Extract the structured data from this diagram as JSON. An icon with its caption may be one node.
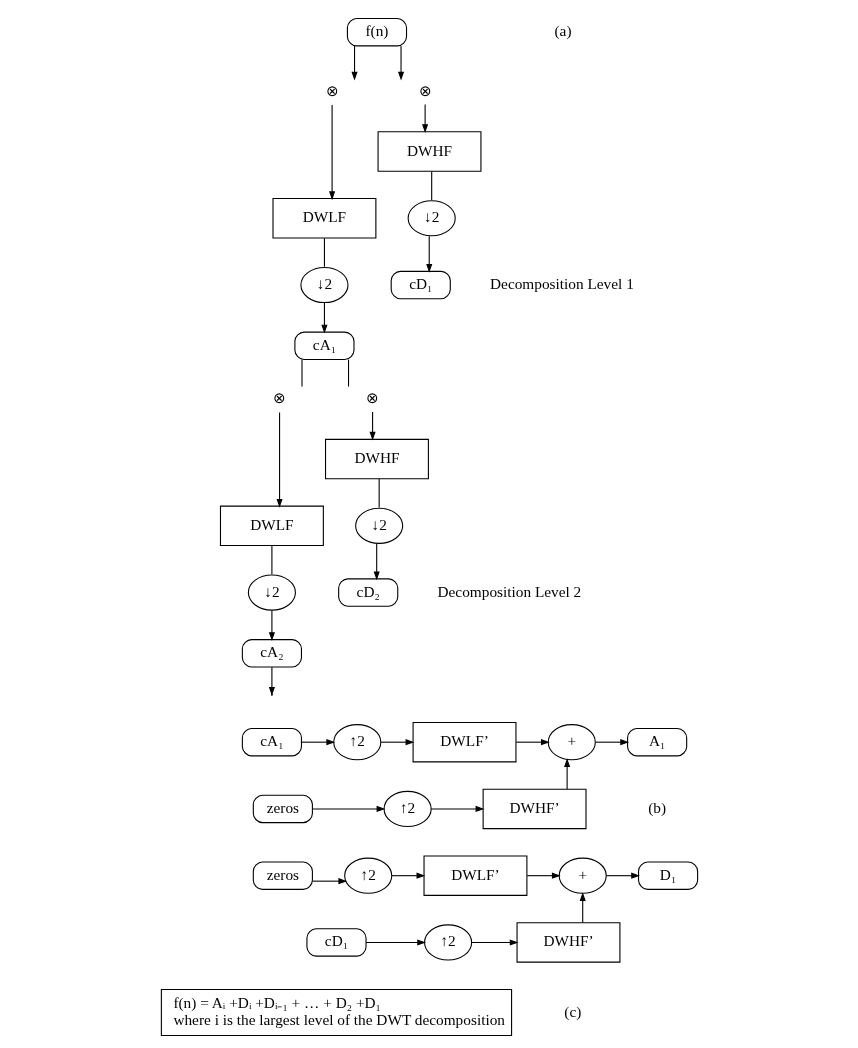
{
  "diagram": {
    "nodes": [
      {
        "text": [
          "f(n)"
        ]
      },
      {
        "text": [
          "⊗"
        ]
      },
      {
        "text": [
          "⊗"
        ]
      },
      {
        "text": [
          "DWLF"
        ]
      },
      {
        "text": [
          "DWHF"
        ]
      },
      {
        "text": [
          "↓2"
        ]
      },
      {
        "text": [
          "↓2"
        ]
      },
      {
        "text": [
          "cA₁"
        ]
      },
      {
        "text": [
          "cD₁"
        ]
      },
      {
        "text": [
          "⊗"
        ]
      },
      {
        "text": [
          "⊗"
        ]
      },
      {
        "text": [
          "DWLF"
        ]
      },
      {
        "text": [
          "DWHF"
        ]
      },
      {
        "text": [
          "↓2"
        ]
      },
      {
        "text": [
          "↓2"
        ]
      },
      {
        "text": [
          "cA₂"
        ]
      },
      {
        "text": [
          "cD₂"
        ]
      },
      {
        "text": [
          "cA₁"
        ]
      },
      {
        "text": [
          "↑2"
        ]
      },
      {
        "text": [
          "DWLF’"
        ]
      },
      {
        "text": [
          "zeros"
        ]
      },
      {
        "text": [
          "↑2"
        ]
      },
      {
        "text": [
          "DWHF’"
        ]
      },
      {
        "text": [
          "+"
        ]
      },
      {
        "text": [
          "A₁"
        ]
      },
      {
        "text": [
          "zeros"
        ]
      },
      {
        "text": [
          "↑2"
        ]
      },
      {
        "text": [
          "DWLF’"
        ]
      },
      {
        "text": [
          "cD₁"
        ]
      },
      {
        "text": [
          "↑2"
        ]
      },
      {
        "text": [
          "DWHF’"
        ]
      },
      {
        "text": [
          "+"
        ]
      },
      {
        "text": [
          "D₁"
        ]
      },
      {
        "text": [
          "f(n) = Aᵢ +Dᵢ +Dᵢ₋₁ + … + D₂ +D₁",
          "where i is the largest level of the DWT decomposition"
        ]
      }
    ],
    "edges": [
      {
        "from": 0,
        "to": 1,
        "arrow": "to"
      },
      {
        "from": 0,
        "to": 2,
        "arrow": "to"
      },
      {
        "from": 1,
        "to": 3,
        "arrow": "to"
      },
      {
        "from": 2,
        "to": 4,
        "arrow": "to"
      },
      {
        "from": 3,
        "to": 5,
        "arrow": "none"
      },
      {
        "from": 4,
        "to": 6,
        "arrow": "none"
      },
      {
        "from": 5,
        "to": 7,
        "arrow": "to"
      },
      {
        "from": 6,
        "to": 8,
        "arrow": "to"
      },
      {
        "from": 7,
        "to": 9,
        "arrow": "none"
      },
      {
        "from": 7,
        "to": 10,
        "arrow": "none"
      },
      {
        "from": 9,
        "to": 11,
        "arrow": "to"
      },
      {
        "from": 10,
        "to": 12,
        "arrow": "to"
      },
      {
        "from": 11,
        "to": 13,
        "arrow": "none"
      },
      {
        "from": 12,
        "to": 14,
        "arrow": "none"
      },
      {
        "from": 13,
        "to": 15,
        "arrow": "to"
      },
      {
        "from": 14,
        "to": 16,
        "arrow": "to"
      },
      {
        "from": 15,
        "to": null,
        "arrow": "to"
      },
      {
        "from": 17,
        "to": 18,
        "arrow": "to"
      },
      {
        "from": 18,
        "to": 19,
        "arrow": "to"
      },
      {
        "from": 20,
        "to": 21,
        "arrow": "to"
      },
      {
        "from": 21,
        "to": 22,
        "arrow": "to"
      },
      {
        "from": 19,
        "to": 23,
        "arrow": "to"
      },
      {
        "from": 22,
        "to": 23,
        "arrow": "to"
      },
      {
        "from": 23,
        "to": 24,
        "arrow": "to"
      },
      {
        "from": 25,
        "to": 26,
        "arrow": "to"
      },
      {
        "from": 26,
        "to": 27,
        "arrow": "to"
      },
      {
        "from": 28,
        "to": 29,
        "arrow": "to"
      },
      {
        "from": 29,
        "to": 30,
        "arrow": "to"
      },
      {
        "from": 27,
        "to": 31,
        "arrow": "to"
      },
      {
        "from": 30,
        "to": 31,
        "arrow": "to"
      },
      {
        "from": 31,
        "to": 32,
        "arrow": "to"
      }
    ],
    "labels": [
      "(a)",
      "Decomposition Level 1",
      "Decomposition Level 2",
      "(b)",
      "(c)"
    ]
  }
}
